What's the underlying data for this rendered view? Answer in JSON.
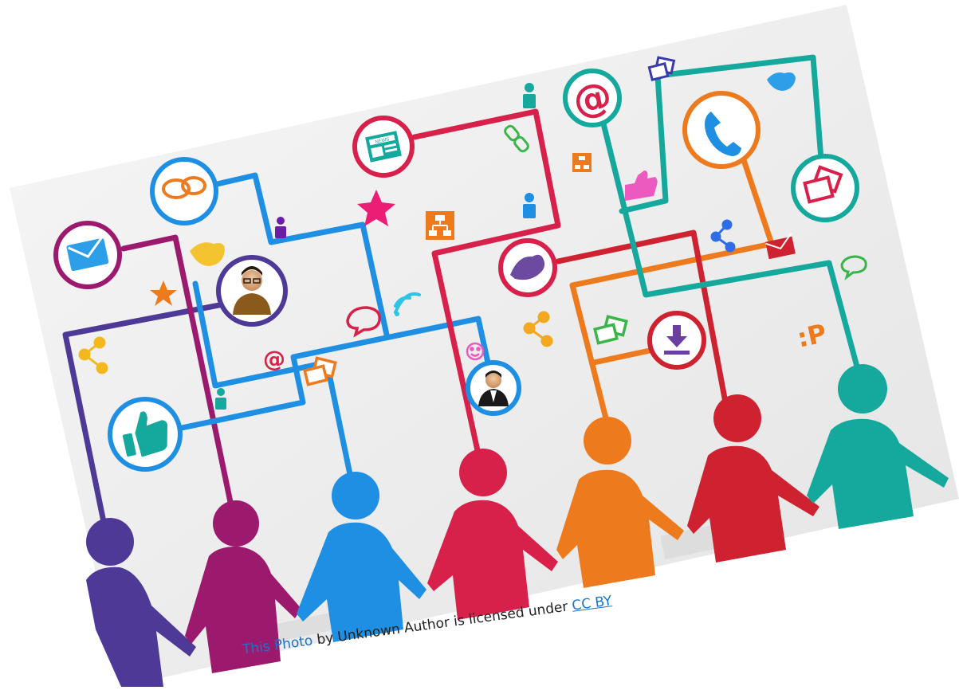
{
  "caption": {
    "photo_link": "This Photo",
    "middle_text": " by Unknown Author is licensed under ",
    "license_link": "CC BY"
  },
  "badges": {
    "news": "NEWS",
    "at_sign": "@",
    "emoticon": ":P"
  },
  "colors": {
    "purple": "#4e3a96",
    "magenta": "#9c1a6e",
    "blue": "#1e8fe3",
    "crimson": "#d8214a",
    "orange": "#ee7a1e",
    "red": "#cf2230",
    "teal": "#14a99c",
    "link": "#1a73c8"
  }
}
